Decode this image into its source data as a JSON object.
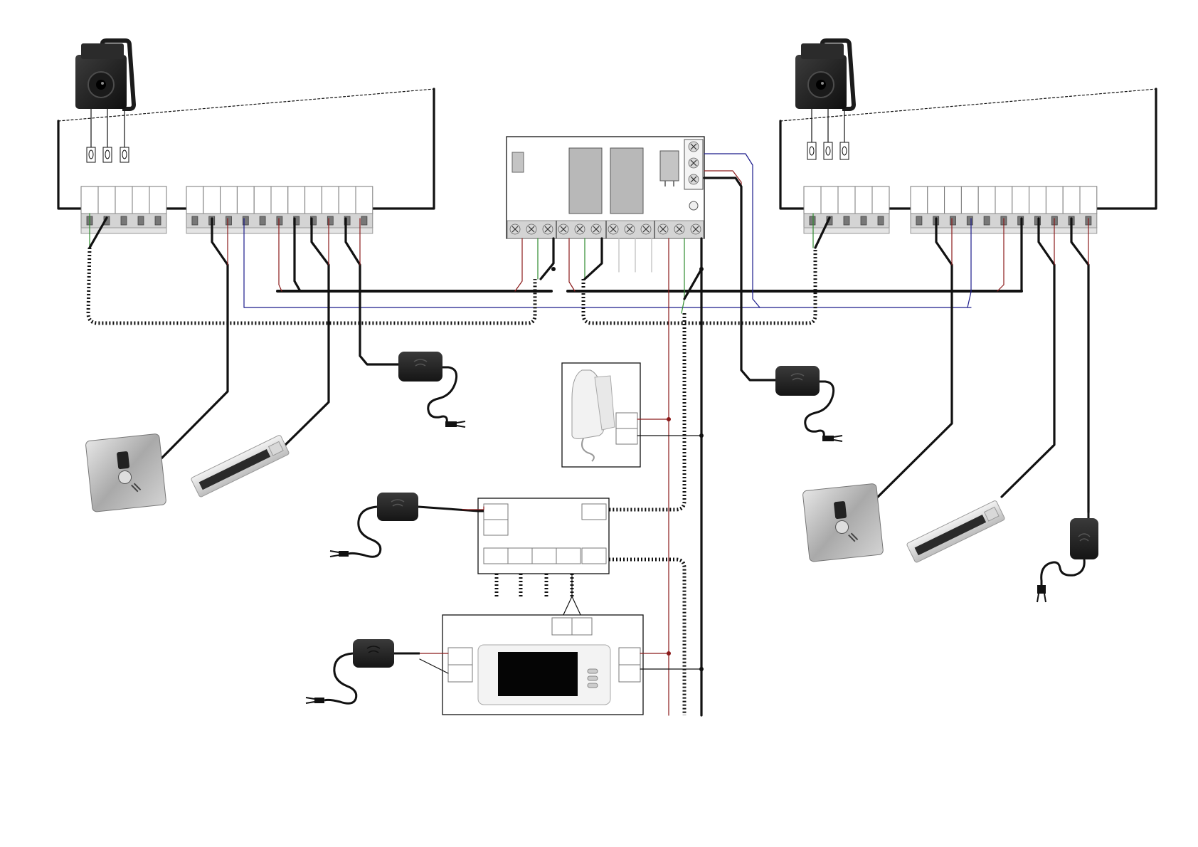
{
  "diagram": {
    "colors": {
      "black": "#111111",
      "red": "#8b1a1a",
      "green": "#2e8b2e",
      "blue": "#1a1a8b",
      "grey": "#9a9a9a"
    },
    "devices": [
      {
        "kind": "camera",
        "name": "pinhole-camera-left"
      },
      {
        "kind": "camera",
        "name": "pinhole-camera-right"
      },
      {
        "kind": "control-board",
        "name": "control-board"
      },
      {
        "kind": "power-adapter",
        "name": "power-adapter-left"
      },
      {
        "kind": "power-adapter",
        "name": "power-adapter-right"
      },
      {
        "kind": "power-adapter",
        "name": "power-adapter-distributor"
      },
      {
        "kind": "power-adapter",
        "name": "power-adapter-monitor"
      },
      {
        "kind": "power-adapter",
        "name": "power-adapter-right-lock"
      },
      {
        "kind": "exit-button",
        "name": "exit-button-left"
      },
      {
        "kind": "exit-button",
        "name": "exit-button-right"
      },
      {
        "kind": "magnetic-lock",
        "name": "magnetic-lock-left"
      },
      {
        "kind": "magnetic-lock",
        "name": "magnetic-lock-right"
      },
      {
        "kind": "intercom-handset",
        "name": "intercom-handset"
      },
      {
        "kind": "video-distributor",
        "name": "video-distributor"
      },
      {
        "kind": "video-monitor",
        "name": "video-monitor"
      }
    ]
  }
}
